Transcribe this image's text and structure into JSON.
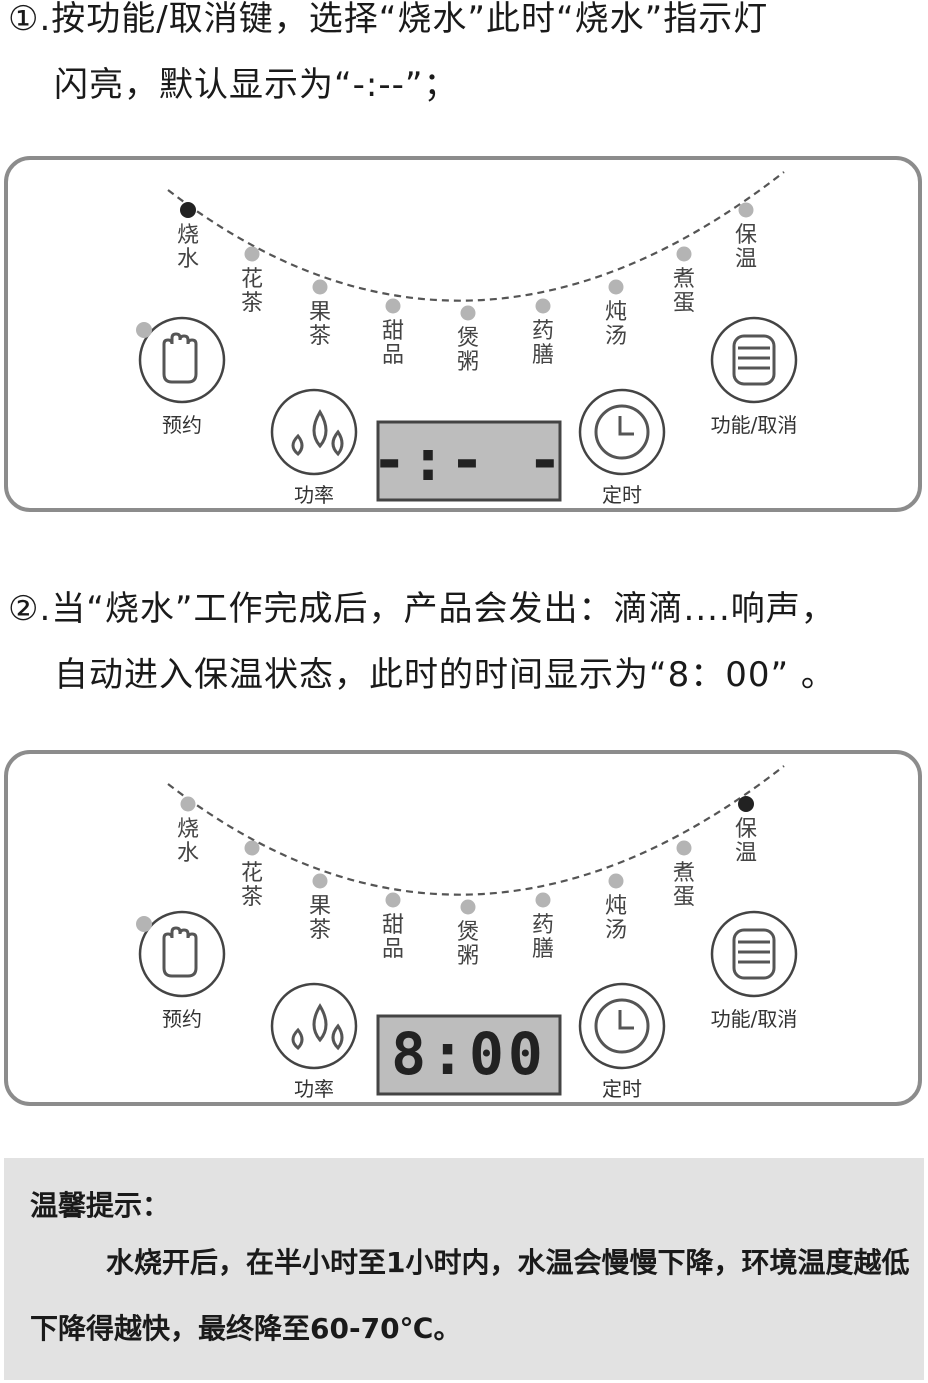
{
  "step1": {
    "line1": "①.按功能/取消键，选择“烧水”此时“烧水”指示灯",
    "line2": "闪亮，默认显示为“-:--”；"
  },
  "step2": {
    "line1": "②.当“烧水”工作完成后，产品会发出：滴滴....响声，",
    "line2": "自动进入保温状态，此时的时间显示为“8：00” 。"
  },
  "modes": [
    {
      "c1": "烧",
      "c2": "水"
    },
    {
      "c1": "花",
      "c2": "茶"
    },
    {
      "c1": "果",
      "c2": "茶"
    },
    {
      "c1": "甜",
      "c2": "品"
    },
    {
      "c1": "煲",
      "c2": "粥"
    },
    {
      "c1": "药",
      "c2": "膳"
    },
    {
      "c1": "炖",
      "c2": "汤"
    },
    {
      "c1": "煮",
      "c2": "蛋"
    },
    {
      "c1": "保",
      "c2": "温"
    }
  ],
  "buttons": {
    "reserve": "预约",
    "power": "功率",
    "timer": "定时",
    "function_cancel": "功能/取消"
  },
  "panels": [
    {
      "display": "-:- -",
      "active_mode": 0
    },
    {
      "display": "8:00",
      "active_mode": 8
    }
  ],
  "tip": {
    "title": "温馨提示：",
    "body": "水烧开后，在半小时至1小时内，水温会慢慢下降，环境温度越低下降得越快，最终降至60-70℃。"
  },
  "colors": {
    "active_dot": "#222222",
    "inactive_dot": "#b4b4b4",
    "display_bg": "#bdbdbd",
    "tip_bg": "#e2e2e2"
  }
}
